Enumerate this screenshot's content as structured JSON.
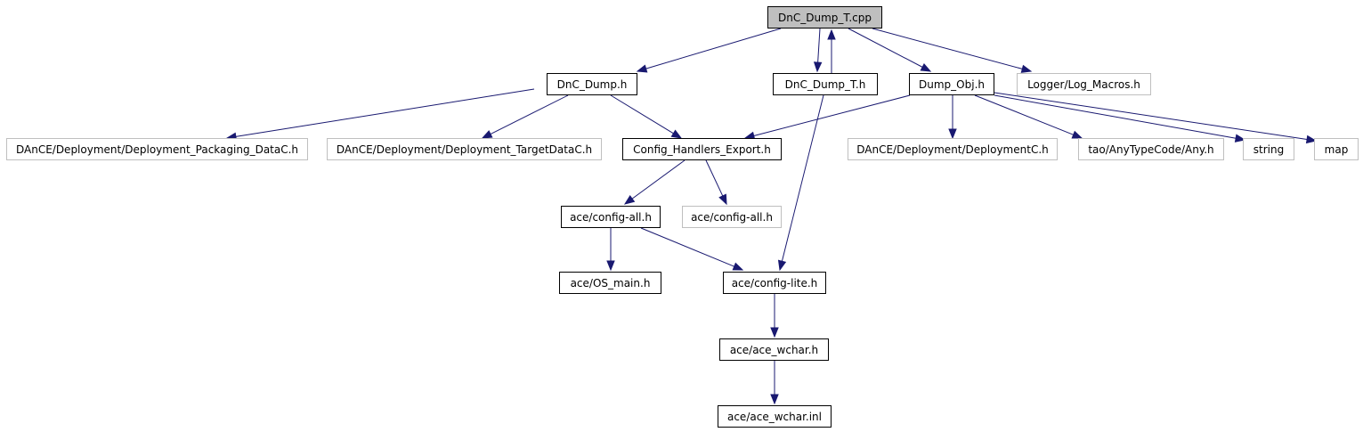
{
  "diagram": {
    "title": "Include dependency graph for DnC_Dump_T.cpp",
    "edge_color": "#191970",
    "nodes": [
      {
        "id": "root",
        "label": "DnC_Dump_T.cpp",
        "kind": "root"
      },
      {
        "id": "dnc_dump_h",
        "label": "DnC_Dump.h",
        "kind": "local"
      },
      {
        "id": "dnc_dump_t_h",
        "label": "DnC_Dump_T.h",
        "kind": "local"
      },
      {
        "id": "dump_obj_h",
        "label": "Dump_Obj.h",
        "kind": "local"
      },
      {
        "id": "log_macros",
        "label": "Logger/Log_Macros.h",
        "kind": "external"
      },
      {
        "id": "packaging",
        "label": "DAnCE/Deployment/Deployment_Packaging_DataC.h",
        "kind": "external"
      },
      {
        "id": "targetdata",
        "label": "DAnCE/Deployment/Deployment_TargetDataC.h",
        "kind": "external"
      },
      {
        "id": "config_handlers",
        "label": "Config_Handlers_Export.h",
        "kind": "local"
      },
      {
        "id": "deploymentc",
        "label": "DAnCE/Deployment/DeploymentC.h",
        "kind": "external"
      },
      {
        "id": "any_h",
        "label": "tao/AnyTypeCode/Any.h",
        "kind": "external"
      },
      {
        "id": "string",
        "label": "string",
        "kind": "external"
      },
      {
        "id": "map",
        "label": "map",
        "kind": "external"
      },
      {
        "id": "config_all",
        "label": "ace/config-all.h",
        "kind": "local"
      },
      {
        "id": "config_all_ext",
        "label": "ace/config-all.h",
        "kind": "external"
      },
      {
        "id": "os_main",
        "label": "ace/OS_main.h",
        "kind": "local"
      },
      {
        "id": "config_lite",
        "label": "ace/config-lite.h",
        "kind": "local"
      },
      {
        "id": "ace_wchar_h",
        "label": "ace/ace_wchar.h",
        "kind": "local"
      },
      {
        "id": "ace_wchar_inl",
        "label": "ace/ace_wchar.inl",
        "kind": "local"
      }
    ],
    "edges": [
      [
        "root",
        "dnc_dump_h"
      ],
      [
        "root",
        "dnc_dump_t_h"
      ],
      [
        "dnc_dump_t_h",
        "root"
      ],
      [
        "root",
        "dump_obj_h"
      ],
      [
        "root",
        "log_macros"
      ],
      [
        "dnc_dump_h",
        "packaging"
      ],
      [
        "dnc_dump_h",
        "targetdata"
      ],
      [
        "dnc_dump_h",
        "config_handlers"
      ],
      [
        "dump_obj_h",
        "config_handlers"
      ],
      [
        "dump_obj_h",
        "deploymentc"
      ],
      [
        "dump_obj_h",
        "any_h"
      ],
      [
        "dump_obj_h",
        "string"
      ],
      [
        "dump_obj_h",
        "map"
      ],
      [
        "config_handlers",
        "config_all"
      ],
      [
        "config_handlers",
        "config_all_ext"
      ],
      [
        "config_all",
        "os_main"
      ],
      [
        "config_all",
        "config_lite"
      ],
      [
        "dnc_dump_t_h",
        "config_lite"
      ],
      [
        "config_lite",
        "ace_wchar_h"
      ],
      [
        "ace_wchar_h",
        "ace_wchar_inl"
      ]
    ]
  }
}
